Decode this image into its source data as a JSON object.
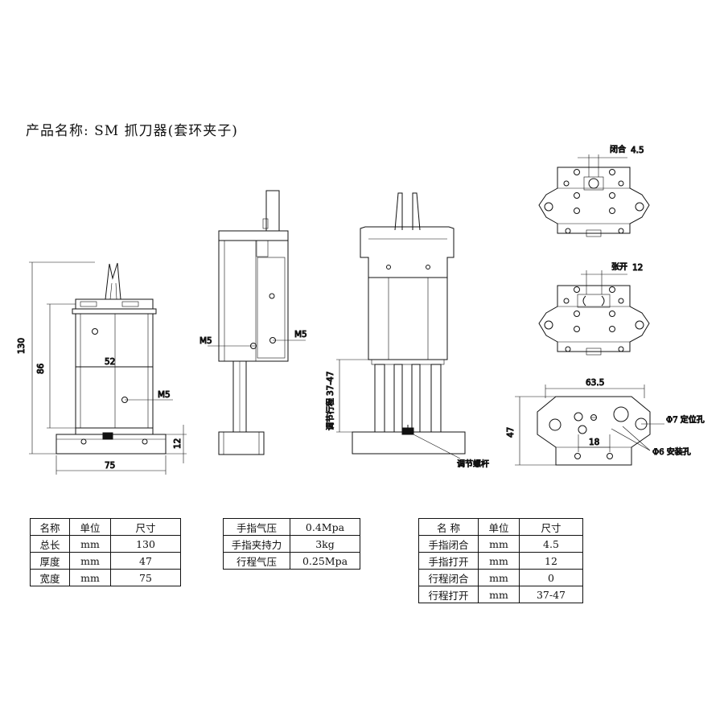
{
  "title": "产品名称: SM 抓刀器(套环夹子)",
  "front_view": {
    "height_total": "130",
    "height_body": "86",
    "width_body": "52",
    "width_base": "75",
    "base_thickness": "12",
    "port": "M5"
  },
  "side_view": {
    "port_left": "M5",
    "port_right": "M5"
  },
  "back_view": {
    "stroke_range": "37-47",
    "stroke_label": "调节行程",
    "screw_label": "调节螺杆"
  },
  "top_views": {
    "closed": {
      "label": "闭合",
      "value": "4.5"
    },
    "open": {
      "label": "张开",
      "value": "12"
    },
    "bottom": {
      "width": "63.5",
      "depth": "47",
      "spacing": "18",
      "locating_hole": "Φ7 定位孔",
      "mount_hole": "Φ6 安装孔"
    }
  },
  "table_dims": {
    "header": [
      "名称",
      "单位",
      "尺寸"
    ],
    "rows": [
      [
        "总长",
        "mm",
        "130"
      ],
      [
        "厚度",
        "mm",
        "47"
      ],
      [
        "宽度",
        "mm",
        "75"
      ]
    ]
  },
  "table_specs": {
    "rows": [
      [
        "手指气压",
        "0.4Mpa"
      ],
      [
        "手指夹持力",
        "3kg"
      ],
      [
        "行程气压",
        "0.25Mpa"
      ]
    ]
  },
  "table_stroke": {
    "header": [
      "名 称",
      "单位",
      "尺寸"
    ],
    "rows": [
      [
        "手指闭合",
        "mm",
        "4.5"
      ],
      [
        "手指打开",
        "mm",
        "12"
      ],
      [
        "行程闭合",
        "mm",
        "0"
      ],
      [
        "行程打开",
        "mm",
        "37-47"
      ]
    ]
  }
}
